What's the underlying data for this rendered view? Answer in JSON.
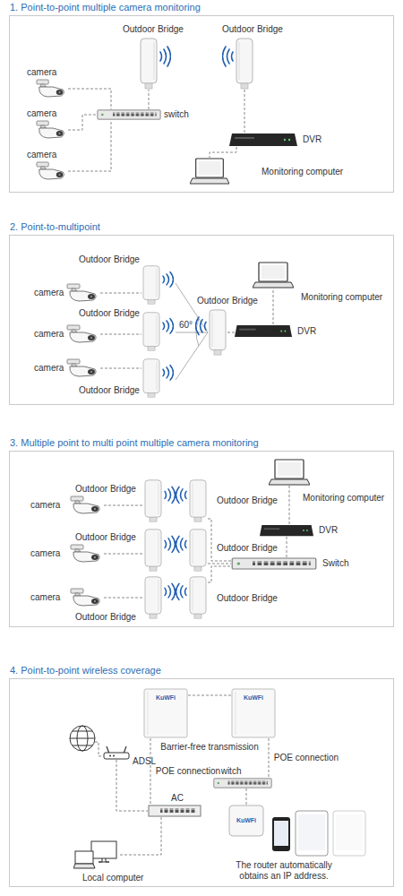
{
  "diagram": {
    "nodes": [
      {
        "text": [
          "1. Point-to-point multiple camera monitoring"
        ]
      },
      {
        "text": [
          "camera"
        ],
        "in": 0
      },
      {
        "text": [
          "camera"
        ],
        "in": 0
      },
      {
        "text": [
          "camera"
        ],
        "in": 0
      },
      {
        "text": [
          "switch"
        ],
        "in": 0
      },
      {
        "text": [
          "Outdoor Bridge"
        ],
        "in": 0
      },
      {
        "text": [
          "Outdoor Bridge"
        ],
        "in": 0
      },
      {
        "text": [
          "DVR"
        ],
        "in": 0
      },
      {
        "text": [
          "Monitoring computer"
        ],
        "in": 0
      },
      {
        "text": [
          "2. Point-to-multipoint"
        ]
      },
      {
        "text": [
          "camera"
        ],
        "in": 9
      },
      {
        "text": [
          "Outdoor Bridge"
        ],
        "in": 9
      },
      {
        "text": [
          "camera"
        ],
        "in": 9
      },
      {
        "text": [
          "Outdoor Bridge"
        ],
        "in": 9
      },
      {
        "text": [
          "camera"
        ],
        "in": 9
      },
      {
        "text": [
          "Outdoor Bridge"
        ],
        "in": 9
      },
      {
        "text": [
          "Outdoor Bridge"
        ],
        "in": 9
      },
      {
        "text": [
          "Monitoring computer"
        ],
        "in": 9
      },
      {
        "text": [
          "DVR"
        ],
        "in": 9
      },
      {
        "text": [
          "3. Multiple point to multi point multiple camera monitoring"
        ]
      },
      {
        "text": [
          "camera"
        ],
        "in": 19
      },
      {
        "text": [
          "Outdoor Bridge"
        ],
        "in": 19
      },
      {
        "text": [
          "Outdoor Bridge"
        ],
        "in": 19
      },
      {
        "text": [
          "camera"
        ],
        "in": 19
      },
      {
        "text": [
          "Outdoor Bridge"
        ],
        "in": 19
      },
      {
        "text": [
          "Outdoor Bridge"
        ],
        "in": 19
      },
      {
        "text": [
          "camera"
        ],
        "in": 19
      },
      {
        "text": [
          "Outdoor Bridge"
        ],
        "in": 19
      },
      {
        "text": [
          "Outdoor Bridge"
        ],
        "in": 19
      },
      {
        "text": [
          "Monitoring computer"
        ],
        "in": 19
      },
      {
        "text": [
          "DVR"
        ],
        "in": 19
      },
      {
        "text": [
          "Switch"
        ],
        "in": 19
      },
      {
        "text": [
          "4. Point-to-point wireless coverage"
        ]
      },
      {
        "text": [
          "KuWFi"
        ],
        "in": 32
      },
      {
        "text": [
          "KuWFi"
        ],
        "in": 32
      },
      {
        "text": [
          "ADSL"
        ],
        "in": 32
      },
      {
        "text": [
          "AC"
        ],
        "in": 32
      },
      {
        "text": [
          "Local computer"
        ],
        "in": 32
      },
      {
        "text": [
          "Switch"
        ],
        "in": 32
      },
      {
        "text": [
          "KuWFi",
          "The router automatically obtains an IP address."
        ],
        "in": 32
      }
    ],
    "edges": [
      {
        "from": 1,
        "to": 4,
        "arrow": "none"
      },
      {
        "from": 2,
        "to": 4,
        "arrow": "none"
      },
      {
        "from": 3,
        "to": 4,
        "arrow": "none"
      },
      {
        "from": 4,
        "to": 5,
        "arrow": "none"
      },
      {
        "from": 6,
        "to": 7,
        "arrow": "none"
      },
      {
        "from": 7,
        "to": 8,
        "arrow": "none"
      },
      {
        "from": 10,
        "to": 11,
        "arrow": "none"
      },
      {
        "from": 12,
        "to": 13,
        "arrow": "none"
      },
      {
        "from": 14,
        "to": 15,
        "arrow": "none"
      },
      {
        "from": 16,
        "to": 18,
        "arrow": "none"
      },
      {
        "from": 18,
        "to": 17,
        "arrow": "none"
      },
      {
        "from": 20,
        "to": 21,
        "arrow": "none"
      },
      {
        "from": 23,
        "to": 24,
        "arrow": "none"
      },
      {
        "from": 26,
        "to": 27,
        "arrow": "none"
      },
      {
        "from": 22,
        "to": 31,
        "arrow": "none"
      },
      {
        "from": 25,
        "to": 31,
        "arrow": "none"
      },
      {
        "from": 28,
        "to": 31,
        "arrow": "none"
      },
      {
        "from": 31,
        "to": 30,
        "arrow": "none"
      },
      {
        "from": 30,
        "to": 29,
        "arrow": "none"
      },
      {
        "from": 33,
        "to": 34,
        "label": "Barrier-free transmission",
        "arrow": "none"
      },
      {
        "from": 33,
        "to": 36,
        "label": "POE connection",
        "arrow": "none"
      },
      {
        "from": 34,
        "to": 38,
        "label": "POE connection",
        "arrow": "none"
      },
      {
        "from": 35,
        "to": 36,
        "arrow": "none"
      },
      {
        "from": 36,
        "to": 37,
        "arrow": "none"
      },
      {
        "from": 38,
        "to": 39,
        "arrow": "none"
      }
    ],
    "labels": [
      "60°"
    ]
  }
}
